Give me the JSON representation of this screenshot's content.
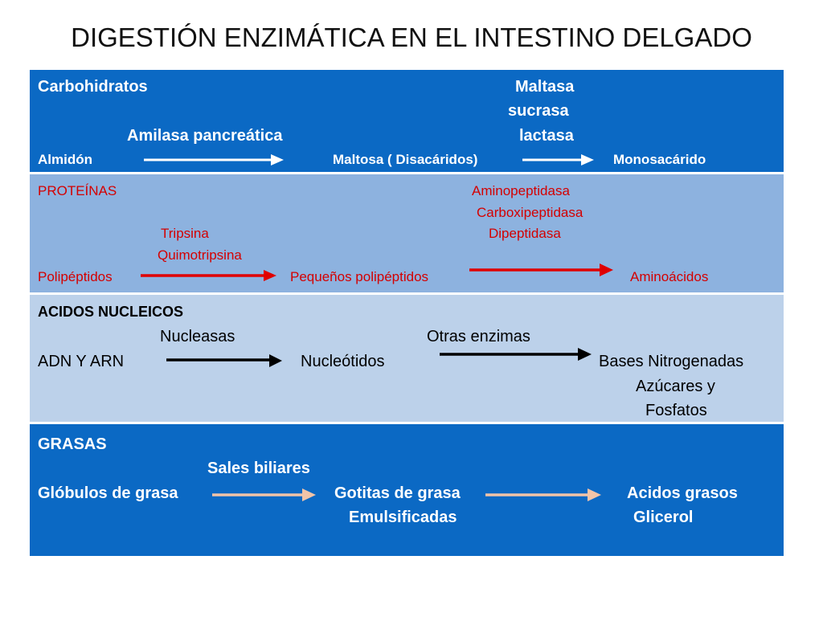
{
  "title": "DIGESTIÓN ENZIMÁTICA EN EL INTESTINO DELGADO",
  "colors": {
    "row_dark_blue": "#0b69c4",
    "row_mid_blue": "#8db2df",
    "row_light_blue": "#bcd1ea",
    "protein_text": "#d40000",
    "arrow_white": "#ffffff",
    "arrow_red": "#e00000",
    "arrow_black": "#000000",
    "arrow_peach": "#f2c4a8"
  },
  "carbohidratos": {
    "heading": "Carbohidratos",
    "enzyme1": "Amilasa pancreática",
    "enzymes2": [
      "Maltasa",
      "sucrasa",
      "lactasa"
    ],
    "substrate": "Almidón",
    "intermediate": "Maltosa  ( Disacáridos)",
    "product": "Monosacárido"
  },
  "proteinas": {
    "heading": "PROTEÍNAS",
    "enzymes1": [
      "Tripsina",
      "Quimotripsina"
    ],
    "enzymes2": [
      "Aminopeptidasa",
      "Carboxipeptidasa",
      "Dipeptidasa"
    ],
    "substrate": "Polipéptidos",
    "intermediate": "Pequeños polipéptidos",
    "product": "Aminoácidos"
  },
  "acidos_nucleicos": {
    "heading": "ACIDOS NUCLEICOS",
    "enzyme1": "Nucleasas",
    "enzyme2": "Otras enzimas",
    "substrate": "ADN Y ARN",
    "intermediate": "Nucleótidos",
    "products": [
      "Bases  Nitrogenadas",
      "Azúcares y",
      "Fosfatos"
    ]
  },
  "grasas": {
    "heading": "GRASAS",
    "enzyme1": "Sales biliares",
    "substrate": "Glóbulos de grasa",
    "intermediate": [
      "Gotitas de grasa",
      "Emulsificadas"
    ],
    "products": [
      "Acidos grasos",
      "Glicerol"
    ]
  }
}
